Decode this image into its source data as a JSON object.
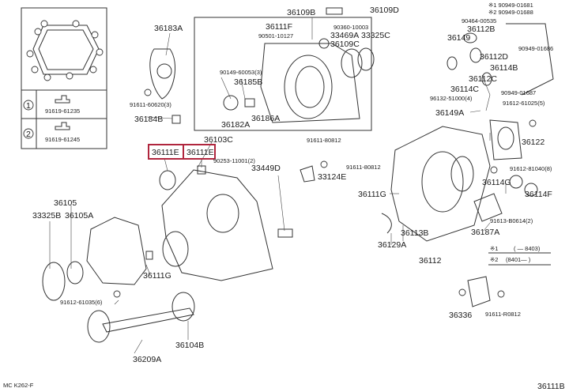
{
  "diagram_code": "36111B",
  "footer_code": "MC K262-F",
  "legend": {
    "row1_symbol": "※1",
    "row1_range": "( — 8403)",
    "row2_symbol": "※2",
    "row2_range": "(8401— )"
  },
  "inset_legend": {
    "circle_1": "1",
    "circle_2": "2",
    "part_1": "91619-61235",
    "part_2": "91619-61245"
  },
  "highlighted": [
    "36111E",
    "36111E"
  ],
  "labels": {
    "p36109B": "36109B",
    "p36109D": "36109D",
    "p36111F": "36111F",
    "p90360_10003": "90360-10003",
    "p90501_10127": "90501-10127",
    "p33469A": "33469A",
    "p33325C": "33325C",
    "p36109C": "36109C",
    "p36183A": "36183A",
    "p90149_60053": "90149-60053(3)",
    "p36185B": "36185B",
    "p91611_60620": "91611-60620(3)",
    "p36184B": "36184B",
    "p36182A": "36182A",
    "p36186A": "36186A",
    "p36103C": "36103C",
    "p36111E_a": "36111E",
    "p36111E_b": "36111E",
    "p90253_11001": "90253-11001(2)",
    "p33449D": "33449D",
    "p91611_80812_a": "91611-80812",
    "p91611_80812_b": "91611-80812",
    "p33124E": "33124E",
    "p36105": "36105",
    "p33325B": "33325B",
    "p36105A": "36105A",
    "p36111G_a": "36111G",
    "p91612_61035": "91612-61035(6)",
    "p36209A": "36209A",
    "p36104B": "36104B",
    "p90949_01681": "※1 90949-01681",
    "p90949_01688": "※2 90949-01688",
    "p90464_00535": "90464-00535",
    "p36112B": "36112B",
    "p36149": "36149",
    "p90949_01686": "90949-01686",
    "p36112D": "36112D",
    "p36114B": "36114B",
    "p36112C": "36112C",
    "p36114C": "36114C",
    "p90949_01687": "90949-01687",
    "p96132_51000": "96132-51000(4)",
    "p91612_61025": "91612-61025(5)",
    "p36149A": "36149A",
    "p36122": "36122",
    "p91612_81040": "91612-81040(8)",
    "p36114G": "36114G",
    "p36114F": "36114F",
    "p36111G_b": "36111G",
    "p91613_B0614": "91613-B0614(2)",
    "p36187A": "36187A",
    "p36113B": "36113B",
    "p36129A": "36129A",
    "p36112": "36112",
    "p36336": "36336",
    "p91611_R0812": "91611-R0812"
  },
  "colors": {
    "highlight": "#b0263e",
    "ink": "#1a1a1a"
  }
}
